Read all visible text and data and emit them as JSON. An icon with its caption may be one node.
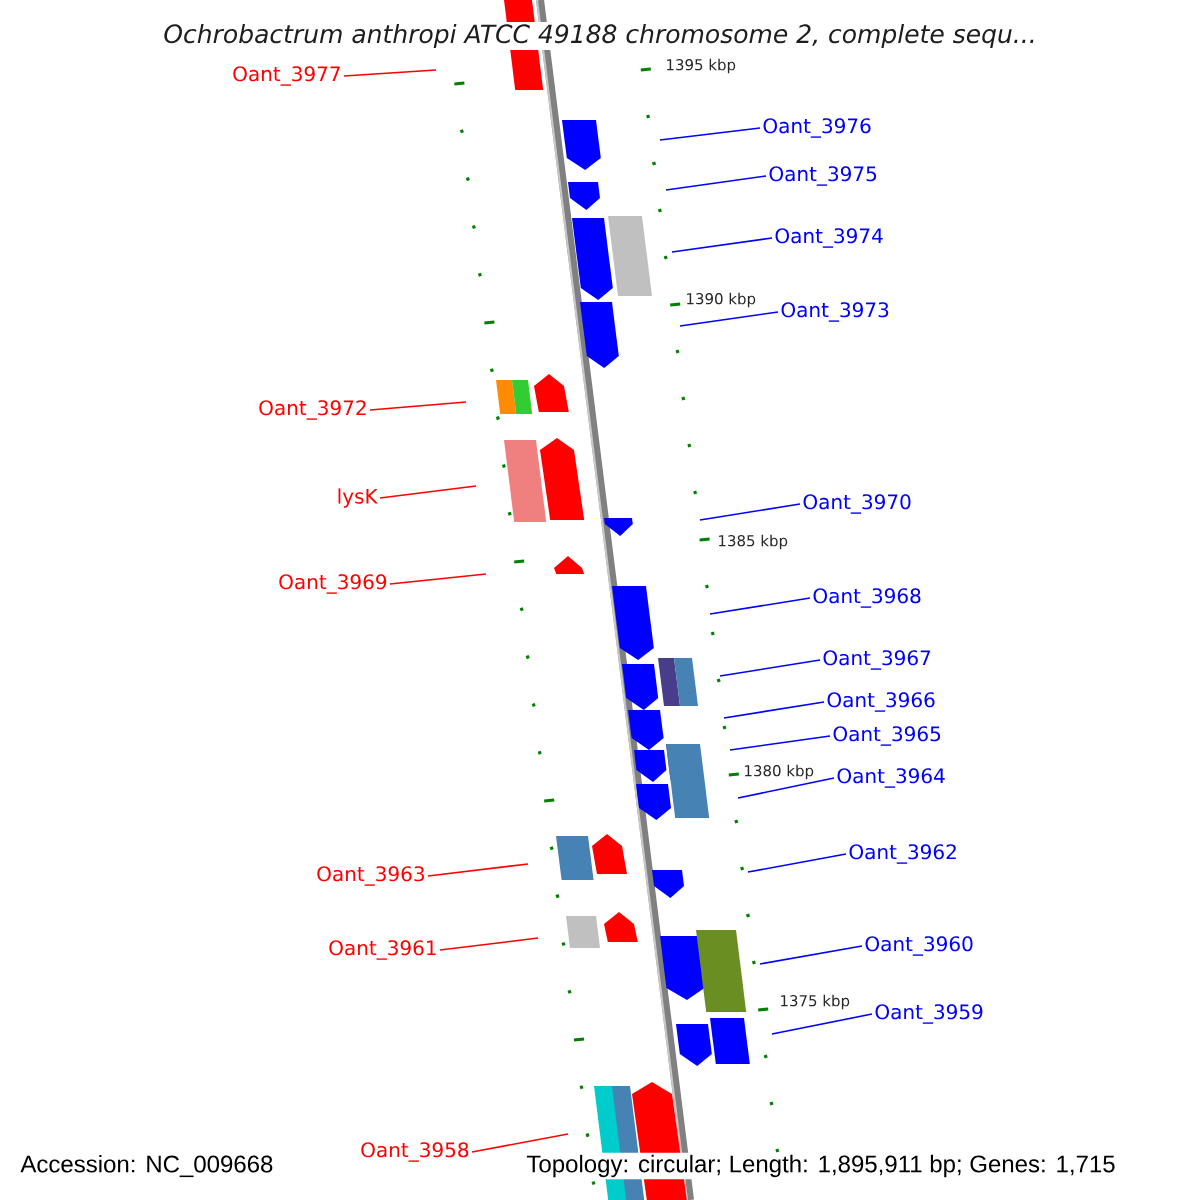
{
  "diagram": {
    "title": "Ochrobactrum anthropi ATCC 49188 chromosome 2, complete sequ...",
    "nodes": [
      {
        "text": [
          "Oant_3977"
        ]
      },
      {
        "text": [
          "Oant_3976"
        ]
      },
      {
        "text": [
          "Oant_3975"
        ]
      },
      {
        "text": [
          "Oant_3974"
        ]
      },
      {
        "text": [
          "Oant_3973"
        ]
      },
      {
        "text": [
          "Oant_3972"
        ]
      },
      {
        "text": [
          "lysK"
        ]
      },
      {
        "text": [
          "Oant_3970"
        ]
      },
      {
        "text": [
          "Oant_3969"
        ]
      },
      {
        "text": [
          "Oant_3968"
        ]
      },
      {
        "text": [
          "Oant_3967"
        ]
      },
      {
        "text": [
          "Oant_3966"
        ]
      },
      {
        "text": [
          "Oant_3965"
        ]
      },
      {
        "text": [
          "Oant_3964"
        ]
      },
      {
        "text": [
          "Oant_3962"
        ]
      },
      {
        "text": [
          "Oant_3963"
        ]
      },
      {
        "text": [
          "Oant_3960"
        ]
      },
      {
        "text": [
          "Oant_3961"
        ]
      },
      {
        "text": [
          "Oant_3959"
        ]
      },
      {
        "text": [
          "Oant_3958"
        ]
      }
    ],
    "edges": [
      {
        "from": 0,
        "to": null,
        "arrow": "none",
        "color": "#ff0000"
      },
      {
        "from": 1,
        "to": null,
        "arrow": "none"
      },
      {
        "from": 2,
        "to": null,
        "arrow": "none"
      },
      {
        "from": 3,
        "to": null,
        "arrow": "none"
      },
      {
        "from": 4,
        "to": null,
        "arrow": "none"
      },
      {
        "from": 5,
        "to": null,
        "arrow": "none",
        "color": "#ff0000"
      },
      {
        "from": 6,
        "to": null,
        "arrow": "none",
        "color": "#ff0000"
      },
      {
        "from": 7,
        "to": null,
        "arrow": "none"
      },
      {
        "from": 8,
        "to": null,
        "arrow": "none",
        "color": "#ff0000"
      },
      {
        "from": 9,
        "to": null,
        "arrow": "none"
      },
      {
        "from": 10,
        "to": null,
        "arrow": "none"
      },
      {
        "from": 11,
        "to": null,
        "arrow": "none"
      },
      {
        "from": 12,
        "to": null,
        "arrow": "none"
      },
      {
        "from": 13,
        "to": null,
        "arrow": "none"
      },
      {
        "from": 14,
        "to": null,
        "arrow": "none"
      },
      {
        "from": 15,
        "to": null,
        "arrow": "none",
        "color": "#ff0000"
      },
      {
        "from": 16,
        "to": null,
        "arrow": "none"
      },
      {
        "from": 17,
        "to": null,
        "arrow": "none",
        "color": "#ff0000"
      },
      {
        "from": 18,
        "to": null,
        "arrow": "none"
      },
      {
        "from": 19,
        "to": null,
        "arrow": "none",
        "color": "#ff0000"
      }
    ],
    "labels": [
      "1395 kbp",
      "1390 kbp",
      "1385 kbp",
      "1380 kbp",
      "1375 kbp",
      "Accession: NC_009668",
      "Topology: circular; Length: 1,895,911 bp; Genes: 1,715"
    ]
  }
}
